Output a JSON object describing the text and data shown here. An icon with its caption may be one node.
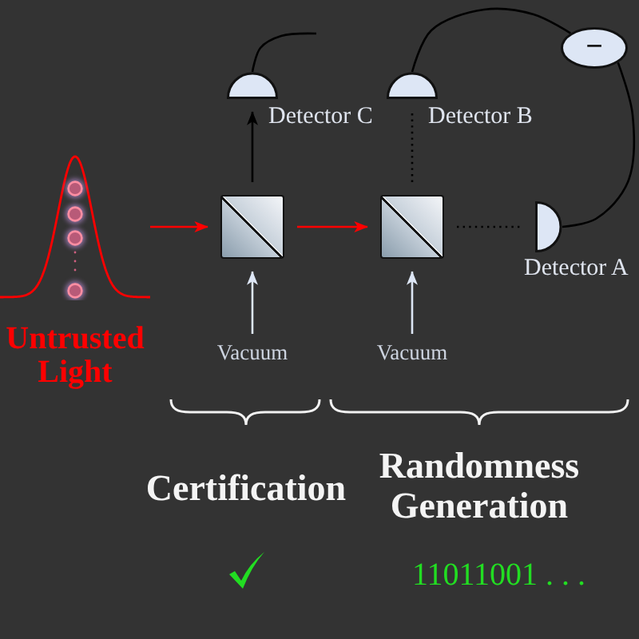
{
  "diagram": {
    "nodes": [
      {
        "text": [
          "Untrusted Light"
        ]
      },
      {
        "text": [],
        "shape": "box"
      },
      {
        "text": [],
        "shape": "box"
      },
      {
        "text": [],
        "shape": "semicircle",
        "beside": [
          "Detector C"
        ]
      },
      {
        "text": [],
        "shape": "semicircle",
        "beside": [
          "Detector B"
        ]
      },
      {
        "text": [],
        "shape": "semicircle",
        "beside": [
          "Detector A"
        ]
      },
      {
        "text": [
          "−"
        ]
      },
      {
        "text": [
          "Vacuum"
        ]
      },
      {
        "text": [
          "Vacuum"
        ]
      }
    ],
    "edges": [
      {
        "from": 0,
        "to": 1,
        "arrow": "to",
        "color": "#ff0000"
      },
      {
        "from": 1,
        "to": 2,
        "arrow": "to",
        "color": "#ff0000"
      },
      {
        "from": 1,
        "to": 3,
        "arrow": "to"
      },
      {
        "from": 2,
        "to": 4,
        "arrow": "none",
        "style": "dashed"
      },
      {
        "from": 2,
        "to": 5,
        "arrow": "none",
        "style": "dashed"
      },
      {
        "from": 7,
        "to": 1,
        "arrow": "to",
        "color": "#dde6f5"
      },
      {
        "from": 8,
        "to": 2,
        "arrow": "to",
        "color": "#dde6f5"
      },
      {
        "from": 4,
        "to": 6,
        "arrow": "none"
      },
      {
        "from": 6,
        "to": 5,
        "arrow": "none"
      },
      {
        "from": 3,
        "to": null,
        "arrow": "none"
      }
    ],
    "labels": [
      "Certification",
      "Randomness Generation",
      "11011001 . . ."
    ]
  }
}
